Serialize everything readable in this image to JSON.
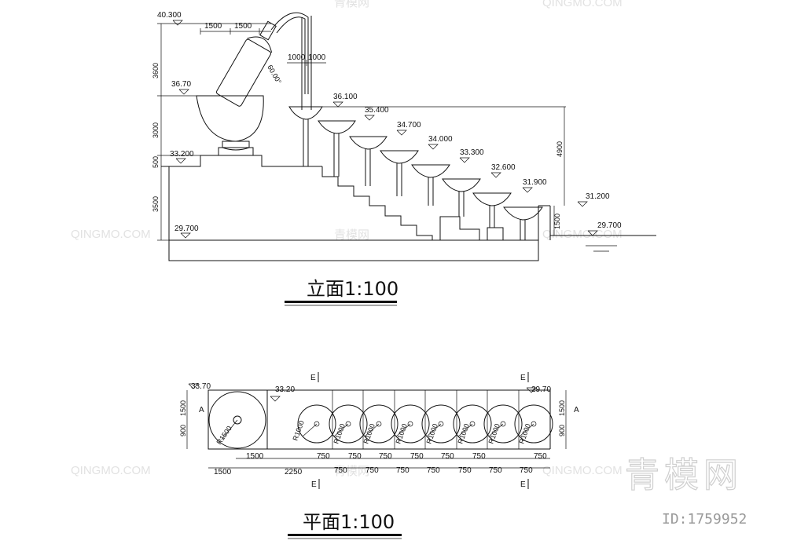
{
  "elevation": {
    "title": "立面1:100",
    "levels": {
      "top": "40.300",
      "bowl_rim": "36.70",
      "s1": "36.100",
      "s2": "35.400",
      "s3": "34.700",
      "s4": "34.000",
      "s5": "33.300",
      "s6": "32.600",
      "s7": "31.900",
      "base_left": "33.200",
      "base_right": "31.200",
      "ground_left": "29.700",
      "ground_right": "29.700"
    },
    "dims": {
      "d1500a": "1500",
      "d1500b": "1500",
      "d1000a": "1000",
      "d1000b": "1000",
      "v3600": "3600",
      "v3000": "3000",
      "v500": "500",
      "v3500": "3500",
      "v4900": "4900",
      "v1500": "1500",
      "angle": "60.00°"
    }
  },
  "plan": {
    "title": "平面1:100",
    "levels": {
      "left": "33.70",
      "mid": "33.20",
      "right": "29.70"
    },
    "section_marks": {
      "left": "A",
      "right": "A",
      "e_top_left": "E",
      "e_top_right": "E",
      "e_bot_left": "E",
      "e_bot_right": "E"
    },
    "radius_main": "R1500",
    "radius_small": "R1000",
    "dims_left_v": [
      "900",
      "1500"
    ],
    "dims_right_v": [
      "900",
      "1500"
    ],
    "dims_top_row": [
      "1500",
      "750",
      "750",
      "750",
      "750",
      "750",
      "750",
      "750"
    ],
    "dims_bottom_row": [
      "1500",
      "2250",
      "750",
      "750",
      "750",
      "750",
      "750",
      "750",
      "750"
    ]
  },
  "watermark": {
    "brand": "青模网",
    "id": "ID:1759952",
    "site": "QINGMO.COM",
    "site_cn": "青模网"
  }
}
